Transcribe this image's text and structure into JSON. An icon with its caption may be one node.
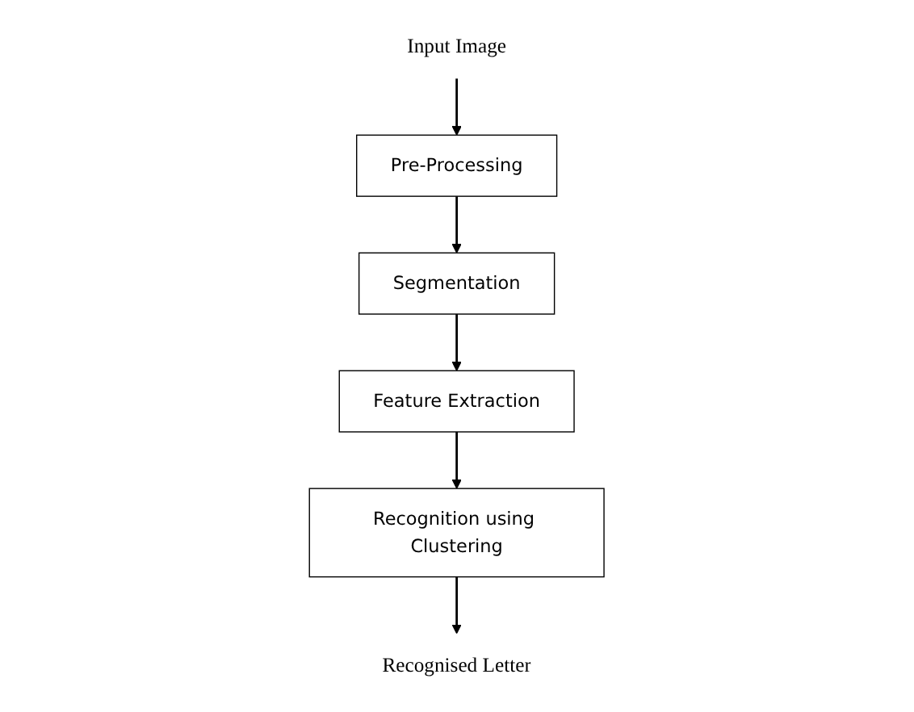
{
  "diagram": {
    "nodes": [
      {
        "text": [
          "Input Image"
        ]
      },
      {
        "text": [
          "Pre-Processing"
        ]
      },
      {
        "text": [
          "Segmentation"
        ]
      },
      {
        "text": [
          "Feature Extraction"
        ]
      },
      {
        "text": [
          "Recognition using Clustering"
        ]
      },
      {
        "text": [
          "Recognised Letter"
        ]
      }
    ],
    "edges": [
      {
        "from": 0,
        "to": 1,
        "arrow": "to"
      },
      {
        "from": 1,
        "to": 2,
        "arrow": "to"
      },
      {
        "from": 2,
        "to": 3,
        "arrow": "to"
      },
      {
        "from": 3,
        "to": 4,
        "arrow": "to"
      },
      {
        "from": 4,
        "to": 5,
        "arrow": "to"
      }
    ]
  }
}
